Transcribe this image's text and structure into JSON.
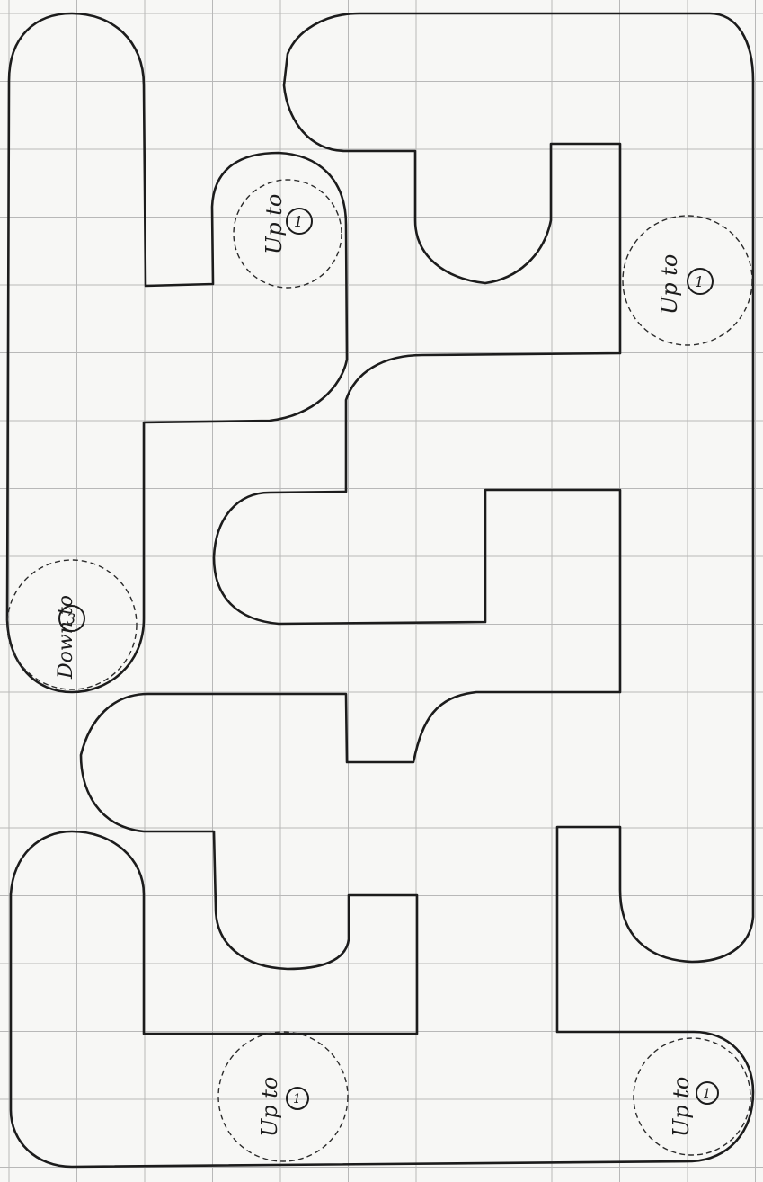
{
  "diagram": {
    "paper": "grid",
    "grid_color": "#b8b8b8",
    "ink_color": "#1c1c1c",
    "background": "#f7f7f5",
    "markers": [
      {
        "id": "marker-1",
        "text": "Up to",
        "number": "1"
      },
      {
        "id": "marker-2",
        "text": "Up to",
        "number": "1"
      },
      {
        "id": "marker-3",
        "text": "Down to",
        "number": "3"
      },
      {
        "id": "marker-4",
        "text": "Up to",
        "number": "1"
      },
      {
        "id": "marker-5",
        "text": "Up to",
        "number": "1"
      }
    ]
  }
}
